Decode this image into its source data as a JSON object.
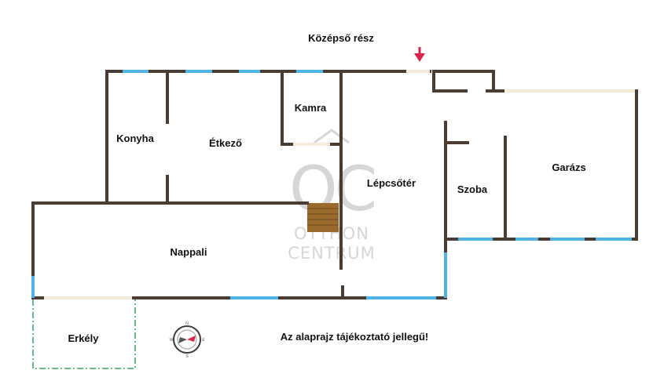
{
  "title": "Középső rész",
  "rooms": {
    "konyha": "Konyha",
    "etkezo": "Étkező",
    "kamra": "Kamra",
    "lepcsoter": "Lépcsőtér",
    "szoba": "Szoba",
    "garazs": "Garázs",
    "nappali": "Nappali",
    "erkely": "Erkély"
  },
  "disclaimer": "Az alaprajz tájékoztató jellegű!",
  "watermark": {
    "monogram": "OC",
    "line1": "OTTHON",
    "line2": "CENTRUM"
  },
  "colors": {
    "wall": "#4a3b33",
    "window": "#4fb3e8",
    "balcony": "#3aa86b",
    "entrance_arrow": "#d6264a",
    "stairs": "#9a6a2c"
  },
  "icons": {
    "entrance": "entrance-arrow-icon",
    "compass": "compass-icon"
  }
}
